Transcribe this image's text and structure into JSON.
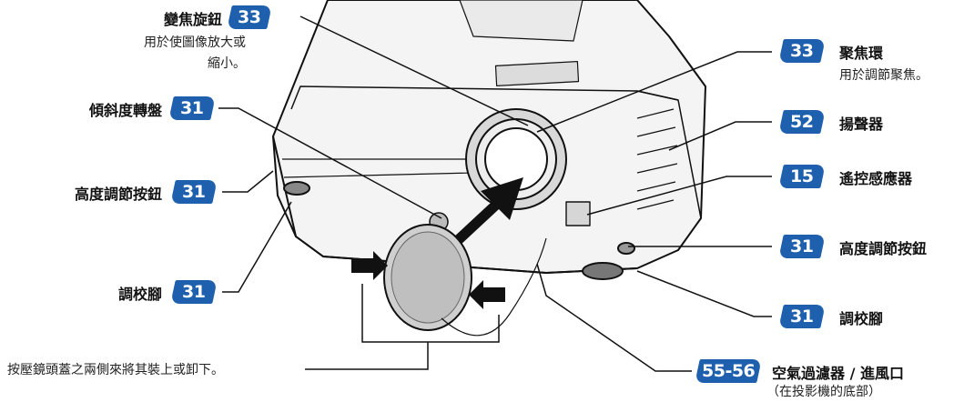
{
  "callouts": {
    "zoom_knob": {
      "page": "33",
      "title": "變焦旋鈕",
      "desc_line1": "用於使圖像放大或",
      "desc_line2": "縮小。"
    },
    "tilt_dial": {
      "page": "31",
      "title": "傾斜度轉盤"
    },
    "height_button_left": {
      "page": "31",
      "title": "高度調節按鈕"
    },
    "adjust_foot_left": {
      "page": "31",
      "title": "調校腳"
    },
    "lens_cap_note": {
      "text": "按壓鏡頭蓋之兩側來將其裝上或卸下。"
    },
    "focus_ring": {
      "page": "33",
      "title": "聚焦環",
      "desc": "用於調節聚焦。"
    },
    "speaker": {
      "page": "52",
      "title": "揚聲器"
    },
    "remote_sensor": {
      "page": "15",
      "title": "遙控感應器"
    },
    "height_button_right": {
      "page": "31",
      "title": "高度調節按鈕"
    },
    "adjust_foot_right": {
      "page": "31",
      "title": "調校腳"
    },
    "air_filter": {
      "page": "55-56",
      "title": "空氣過濾器 / 進風口",
      "desc": "（在投影機的底部）"
    }
  },
  "colors": {
    "badge": "#1e5fae",
    "leader": "#111111",
    "body_shade": "#f2f2f2"
  }
}
